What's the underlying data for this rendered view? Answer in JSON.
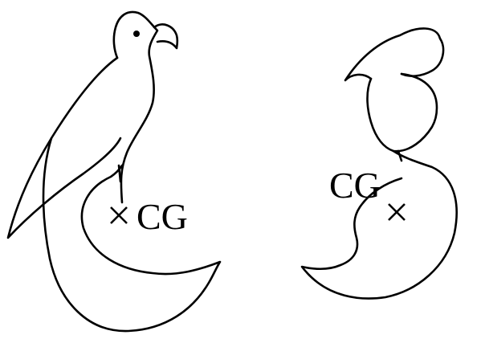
{
  "figure": {
    "left_bird": {
      "label": "CG",
      "marker_icon": "cross-mark",
      "color": "#000000"
    },
    "right_bird": {
      "label": "CG",
      "marker_icon": "cross-mark",
      "color": "#000000"
    }
  }
}
